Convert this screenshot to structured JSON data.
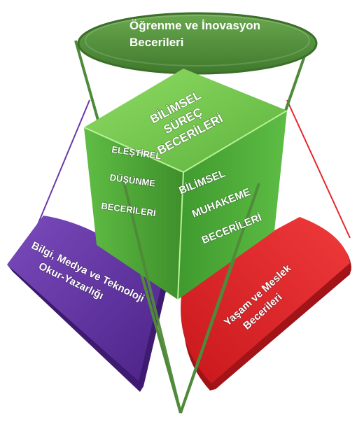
{
  "diagram": {
    "top_ellipse": {
      "line1": "Öğrenme ve İnovasyon",
      "line2": "Becerileri"
    },
    "cube_top": {
      "line1": "BİLİMSEL",
      "line2": "SÜREÇ",
      "line3": "BECERİLERİ"
    },
    "cube_left": {
      "line1": "ELEŞTİREL",
      "line2": "DÜŞÜNME",
      "line3": "BECERİLERİ"
    },
    "cube_right": {
      "line1": "BİLİMSEL",
      "line2": "MUHAKEME",
      "line3": "BECERİLERİ"
    },
    "left_segment": {
      "line1": "Bilgi, Medya ve Teknoloji",
      "line2": "Okur-Yazarlığı"
    },
    "right_segment": {
      "line1": "Yaşam ve Meslek",
      "line2": "Becerileri"
    }
  },
  "colors": {
    "green_dark": "#4f8a3a",
    "green": "#6cbf4a",
    "green_light": "#8fd46a",
    "purple": "#6a3aa8",
    "purple_dark": "#4a2380",
    "red": "#e8262a",
    "red_dark": "#b5181c"
  }
}
